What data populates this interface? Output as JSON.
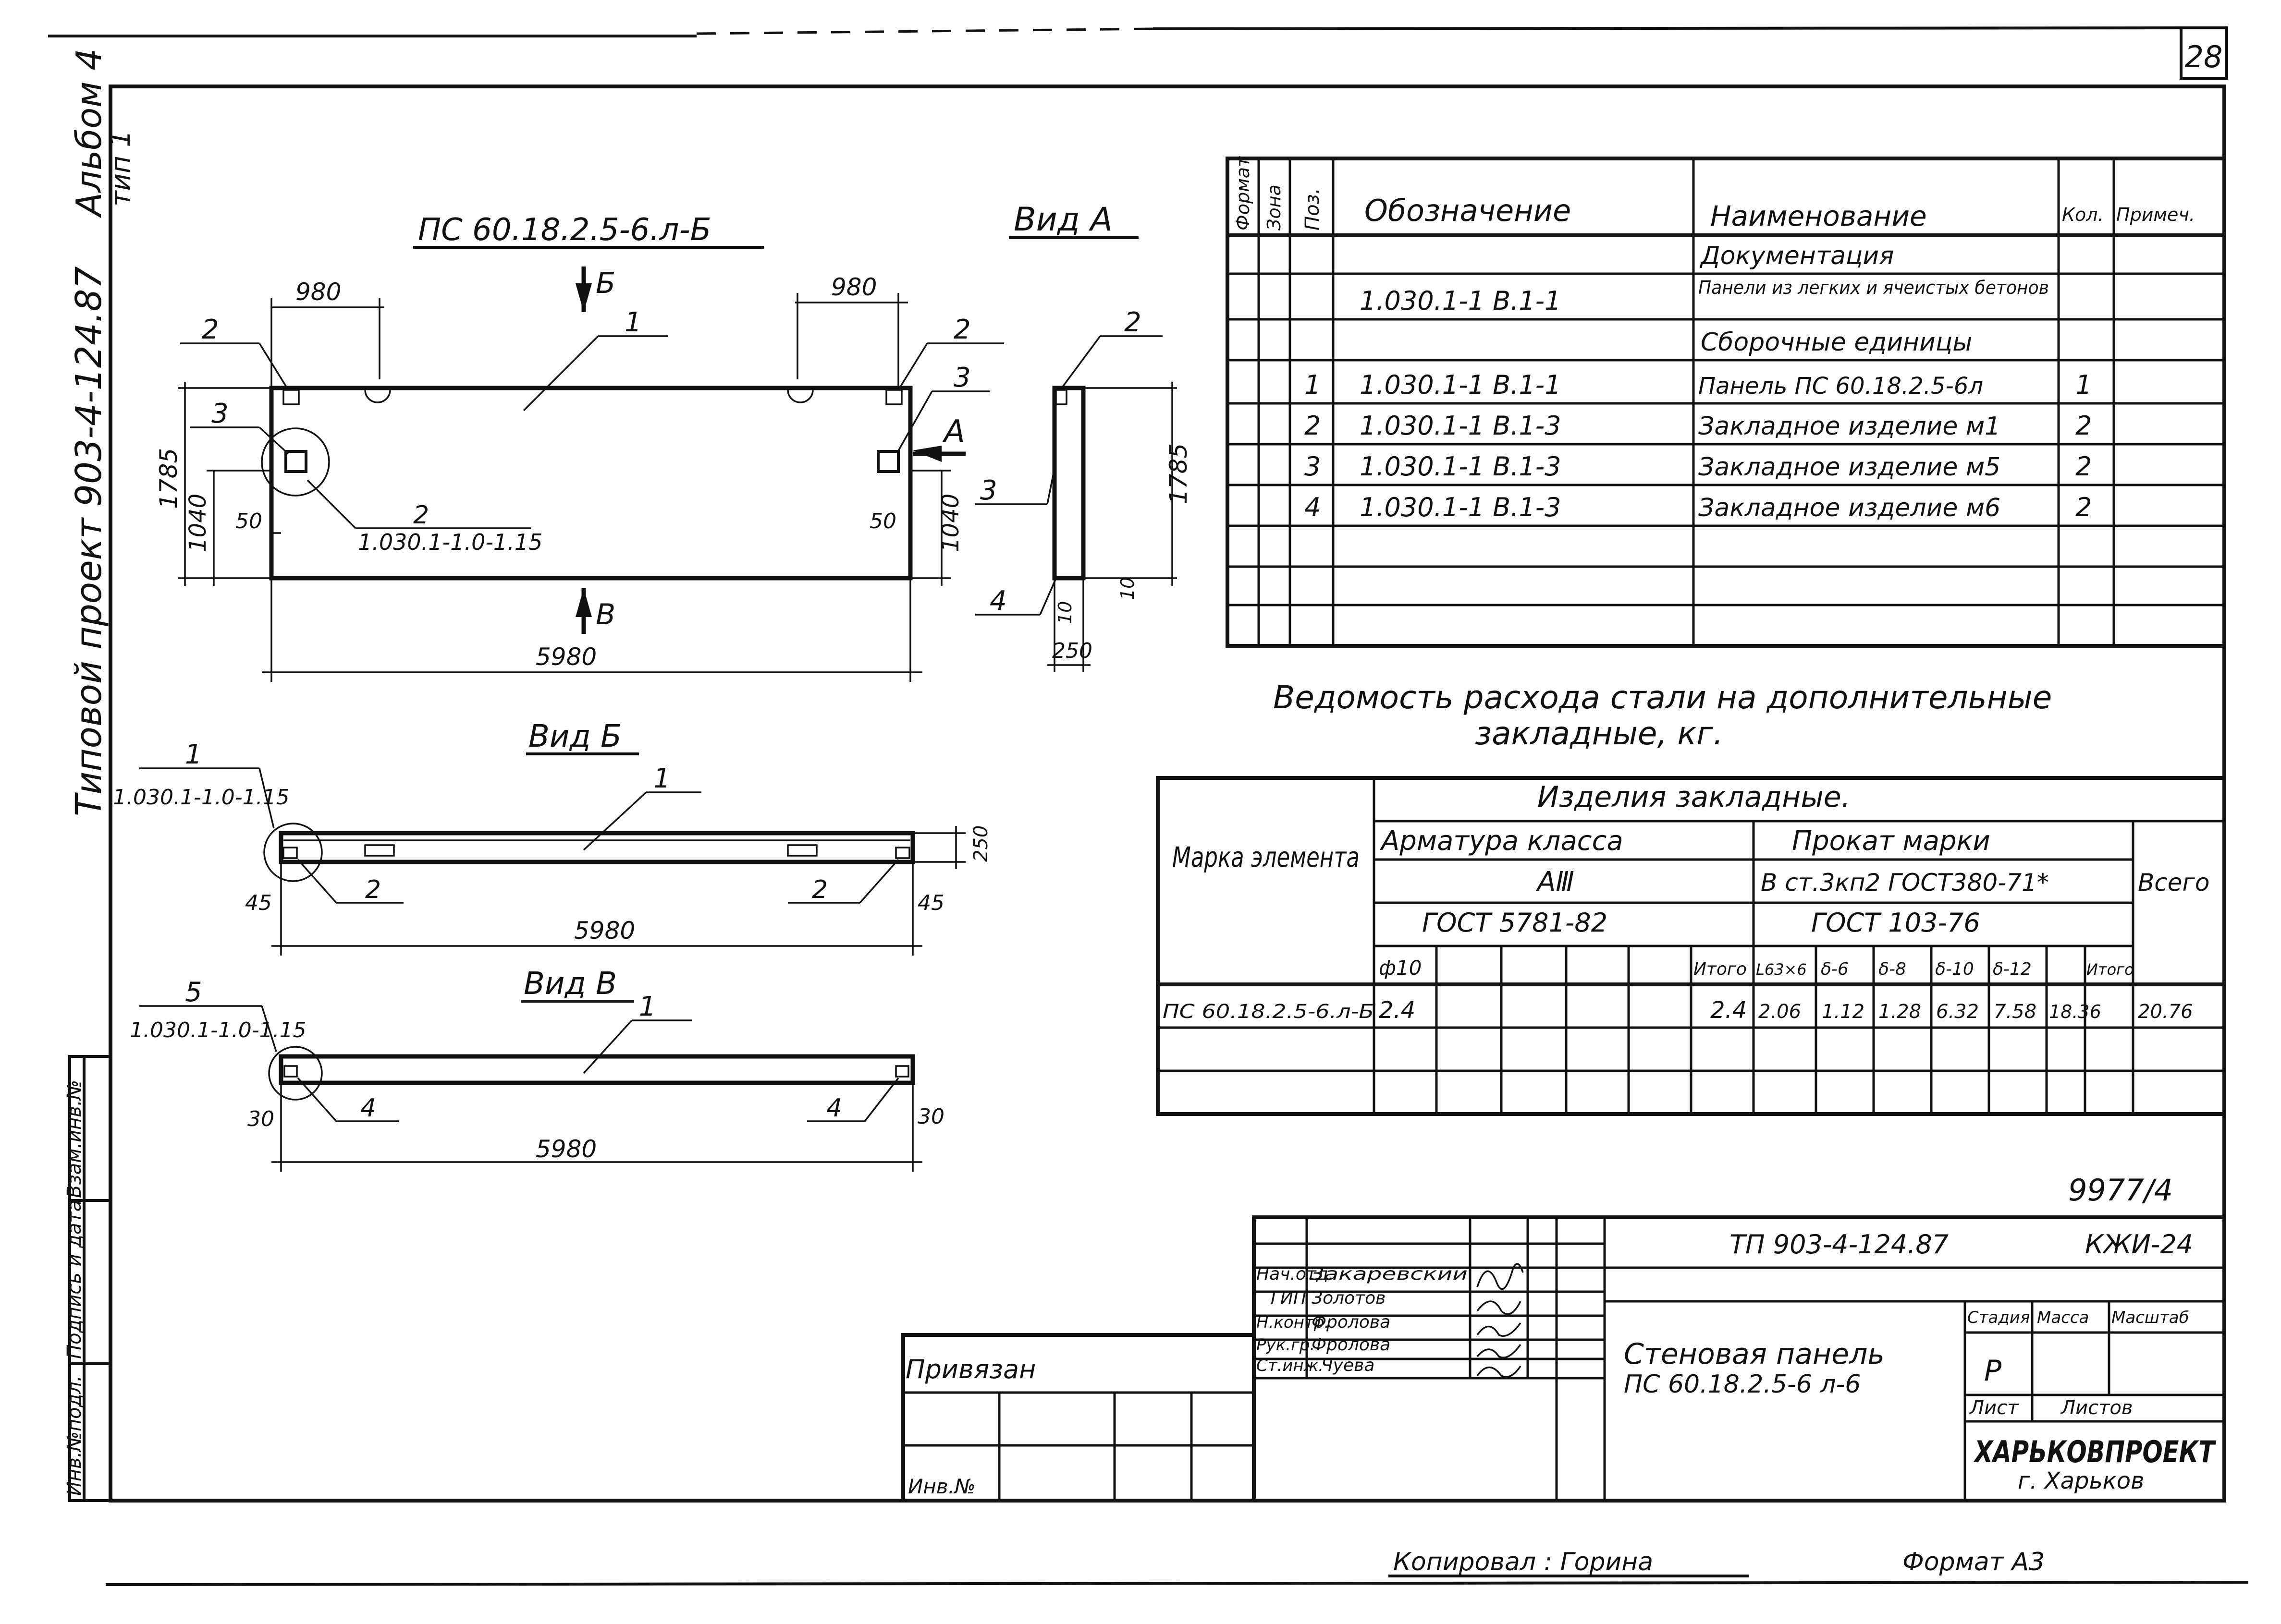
{
  "sheet_number": "28",
  "album_side": "Альбом 4",
  "album_type": "тип 1",
  "project_side": "Типовой проект 903-4-124.87",
  "main_drawing": {
    "title": "ПС 60.18.2.5-6.л-Б",
    "view_a_title": "Вид А",
    "view_b_title": "Вид Б",
    "view_c_title": "Вид В",
    "arrow_b": "Б",
    "arrow_c": "В",
    "arrow_a": "А",
    "dim_980": "980",
    "dim_5980": "5980",
    "dim_1785": "1785",
    "dim_1040": "1040",
    "dim_50": "50",
    "dim_250": "250",
    "dim_10": "10",
    "dim_45": "45",
    "dim_30": "30",
    "pos_1": "1",
    "pos_2": "2",
    "pos_3": "3",
    "pos_4": "4",
    "pos_5": "5",
    "ref_doc": "1.030.1-1.0-1.15"
  },
  "spec_table": {
    "headers": {
      "format": "Формат",
      "zone": "Зона",
      "pos": "Поз.",
      "designation": "Обозначение",
      "name": "Наименование",
      "qty": "Кол.",
      "note": "Примеч."
    },
    "rows": [
      {
        "pos": "",
        "designation": "",
        "name": "Документация",
        "qty": ""
      },
      {
        "pos": "",
        "designation": "1.030.1-1  В.1-1",
        "name": "Панели из легких и ячеистых бетонов",
        "qty": ""
      },
      {
        "pos": "",
        "designation": "",
        "name": "Сборочные единицы",
        "qty": ""
      },
      {
        "pos": "1",
        "designation": "1.030.1-1  В.1-1",
        "name": "Панель ПС 60.18.2.5-6л",
        "qty": "1"
      },
      {
        "pos": "2",
        "designation": "1.030.1-1  В.1-3",
        "name": "Закладное изделие м1",
        "qty": "2"
      },
      {
        "pos": "3",
        "designation": "1.030.1-1  В.1-3",
        "name": "Закладное изделие м5",
        "qty": "2"
      },
      {
        "pos": "4",
        "designation": "1.030.1-1  В.1-3",
        "name": "Закладное изделие м6",
        "qty": "2"
      }
    ]
  },
  "steel_title_1": "Ведомость расхода стали на дополнительные",
  "steel_title_2": "закладные, кг.",
  "steel_table": {
    "mark_label": "Марка элемента",
    "group_label": "Изделия закладные.",
    "armature_label": "Арматура класса",
    "armature_class": "АⅢ",
    "armature_gost": "ГОСТ 5781-82",
    "rolled_label": "Прокат марки",
    "rolled_grade": "В ст.3кп2 ГОСТ380-71*",
    "rolled_gost": "ГОСТ 103-76",
    "total_label": "Всего",
    "sub_headers": [
      "ф10",
      "",
      "",
      "",
      "",
      "Итого",
      "L63×6",
      "δ-6",
      "δ-8",
      "δ-10",
      "δ-12",
      "Итого"
    ],
    "row_mark": "ПС 60.18.2.5-6.л-Б",
    "row_values": [
      "2.4",
      "",
      "",
      "",
      "",
      "2.4",
      "2.06",
      "1.12",
      "1.28",
      "6.32",
      "7.58",
      "18.36",
      "20.76"
    ]
  },
  "archive_number": "9977/4",
  "title_block": {
    "roles": [
      "Нач.отд.",
      "ГИП",
      "Н.контр.",
      "Рук.гр.",
      "Ст.инж."
    ],
    "names": [
      "Закаревский",
      "Золотов",
      "Фролова",
      "Фролова",
      "Чуева"
    ],
    "code": "ТП 903-4-124.87",
    "doc": "КЖИ-24",
    "name_1": "Стеновая панель",
    "name_2": "ПС 60.18.2.5-6 л-6",
    "stage_label": "Стадия",
    "mass_label": "Масса",
    "scale_label": "Масштаб",
    "stage": "Р",
    "sheet_label": "Лист",
    "sheets_label": "Листов",
    "org": "ХАРЬКОВПРОЕКТ",
    "city": "г. Харьков",
    "tied": "Привязан",
    "inv": "Инв.№"
  },
  "left_strip": {
    "inv_orig": "Инв.№подл.",
    "sign_date": "Подпись и дата",
    "replaces": "Взам.инв.№"
  },
  "footer": {
    "copied": "Копировал : Горина",
    "format": "Формат  А3"
  }
}
